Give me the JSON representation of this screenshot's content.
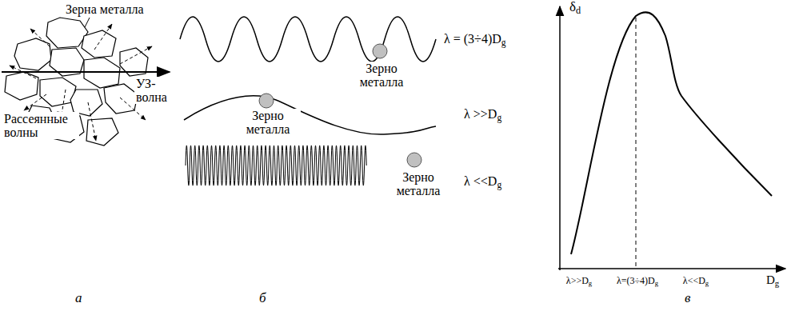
{
  "diagram": {
    "labels": [
      "Зерна металла",
      "УЗ- волна",
      "Рассеянные волны",
      "а",
      "Зерно металла",
      "λ = (3÷4)Dg",
      "Зерно металла",
      "λ >>Dg",
      "Зерно металла",
      "λ <<Dg",
      "б",
      "δd",
      "Dg",
      "λ>>Dg",
      "λ=(3÷4)Dg",
      "λ<<Dg",
      "в"
    ]
  }
}
